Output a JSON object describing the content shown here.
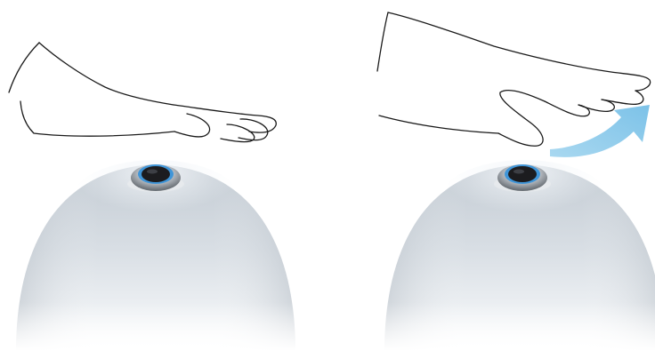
{
  "diagram": {
    "panels": [
      {
        "id": "left",
        "hand_state": "flat-hovering",
        "icons": [
          "hand-icon",
          "sensor-button-icon",
          "dome-icon"
        ]
      },
      {
        "id": "right",
        "hand_state": "waving-upward",
        "icons": [
          "hand-icon",
          "sensor-button-icon",
          "dome-icon",
          "arrow-icon"
        ]
      }
    ],
    "colors": {
      "outline": "#1a1a1a",
      "dome_top": "#c8cfd6",
      "dome_bottom": "#f7f9fb",
      "sensor_ring": "#3f95d8",
      "sensor_core": "#1c1c1f",
      "bezel": "#b9bec4",
      "arrow": "#8fcbea"
    }
  }
}
